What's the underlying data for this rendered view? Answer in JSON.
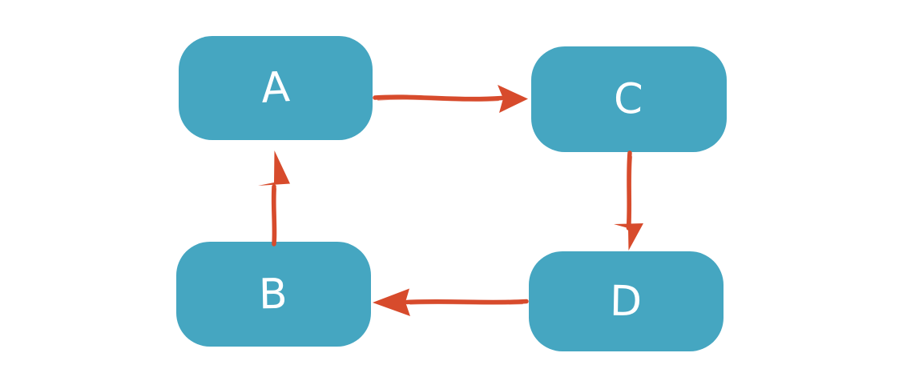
{
  "diagram": {
    "background": "#ffffff",
    "nodes": [
      {
        "id": "A",
        "label": "A"
      },
      {
        "id": "B",
        "label": "B"
      },
      {
        "id": "C",
        "label": "C"
      },
      {
        "id": "D",
        "label": "D"
      }
    ],
    "edges": [
      {
        "from": "A",
        "to": "C",
        "direction": "right"
      },
      {
        "from": "C",
        "to": "D",
        "direction": "down"
      },
      {
        "from": "D",
        "to": "B",
        "direction": "left"
      },
      {
        "from": "B",
        "to": "A",
        "direction": "up"
      }
    ],
    "colors": {
      "node_fill": "#45a6c1",
      "node_text": "#ffffff",
      "arrow": "#d74b2c"
    },
    "style": "hand-drawn"
  }
}
